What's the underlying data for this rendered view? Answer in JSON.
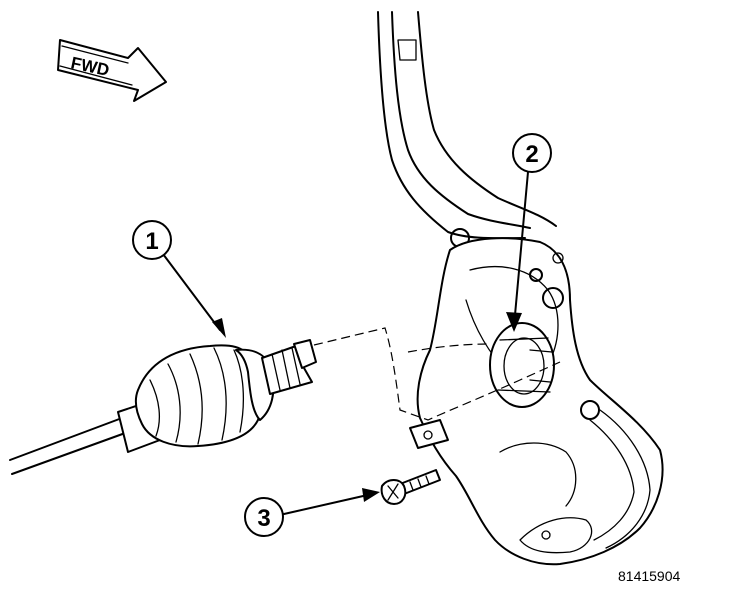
{
  "direction_label": "FWD",
  "callouts": [
    {
      "number": "1",
      "part": "drive-shaft-outer-cv-joint"
    },
    {
      "number": "2",
      "part": "steering-knuckle-hub-bore"
    },
    {
      "number": "3",
      "part": "retaining-bolt"
    }
  ],
  "figure_code": "81415904",
  "colors": {
    "line": "#000000",
    "background": "#ffffff"
  }
}
